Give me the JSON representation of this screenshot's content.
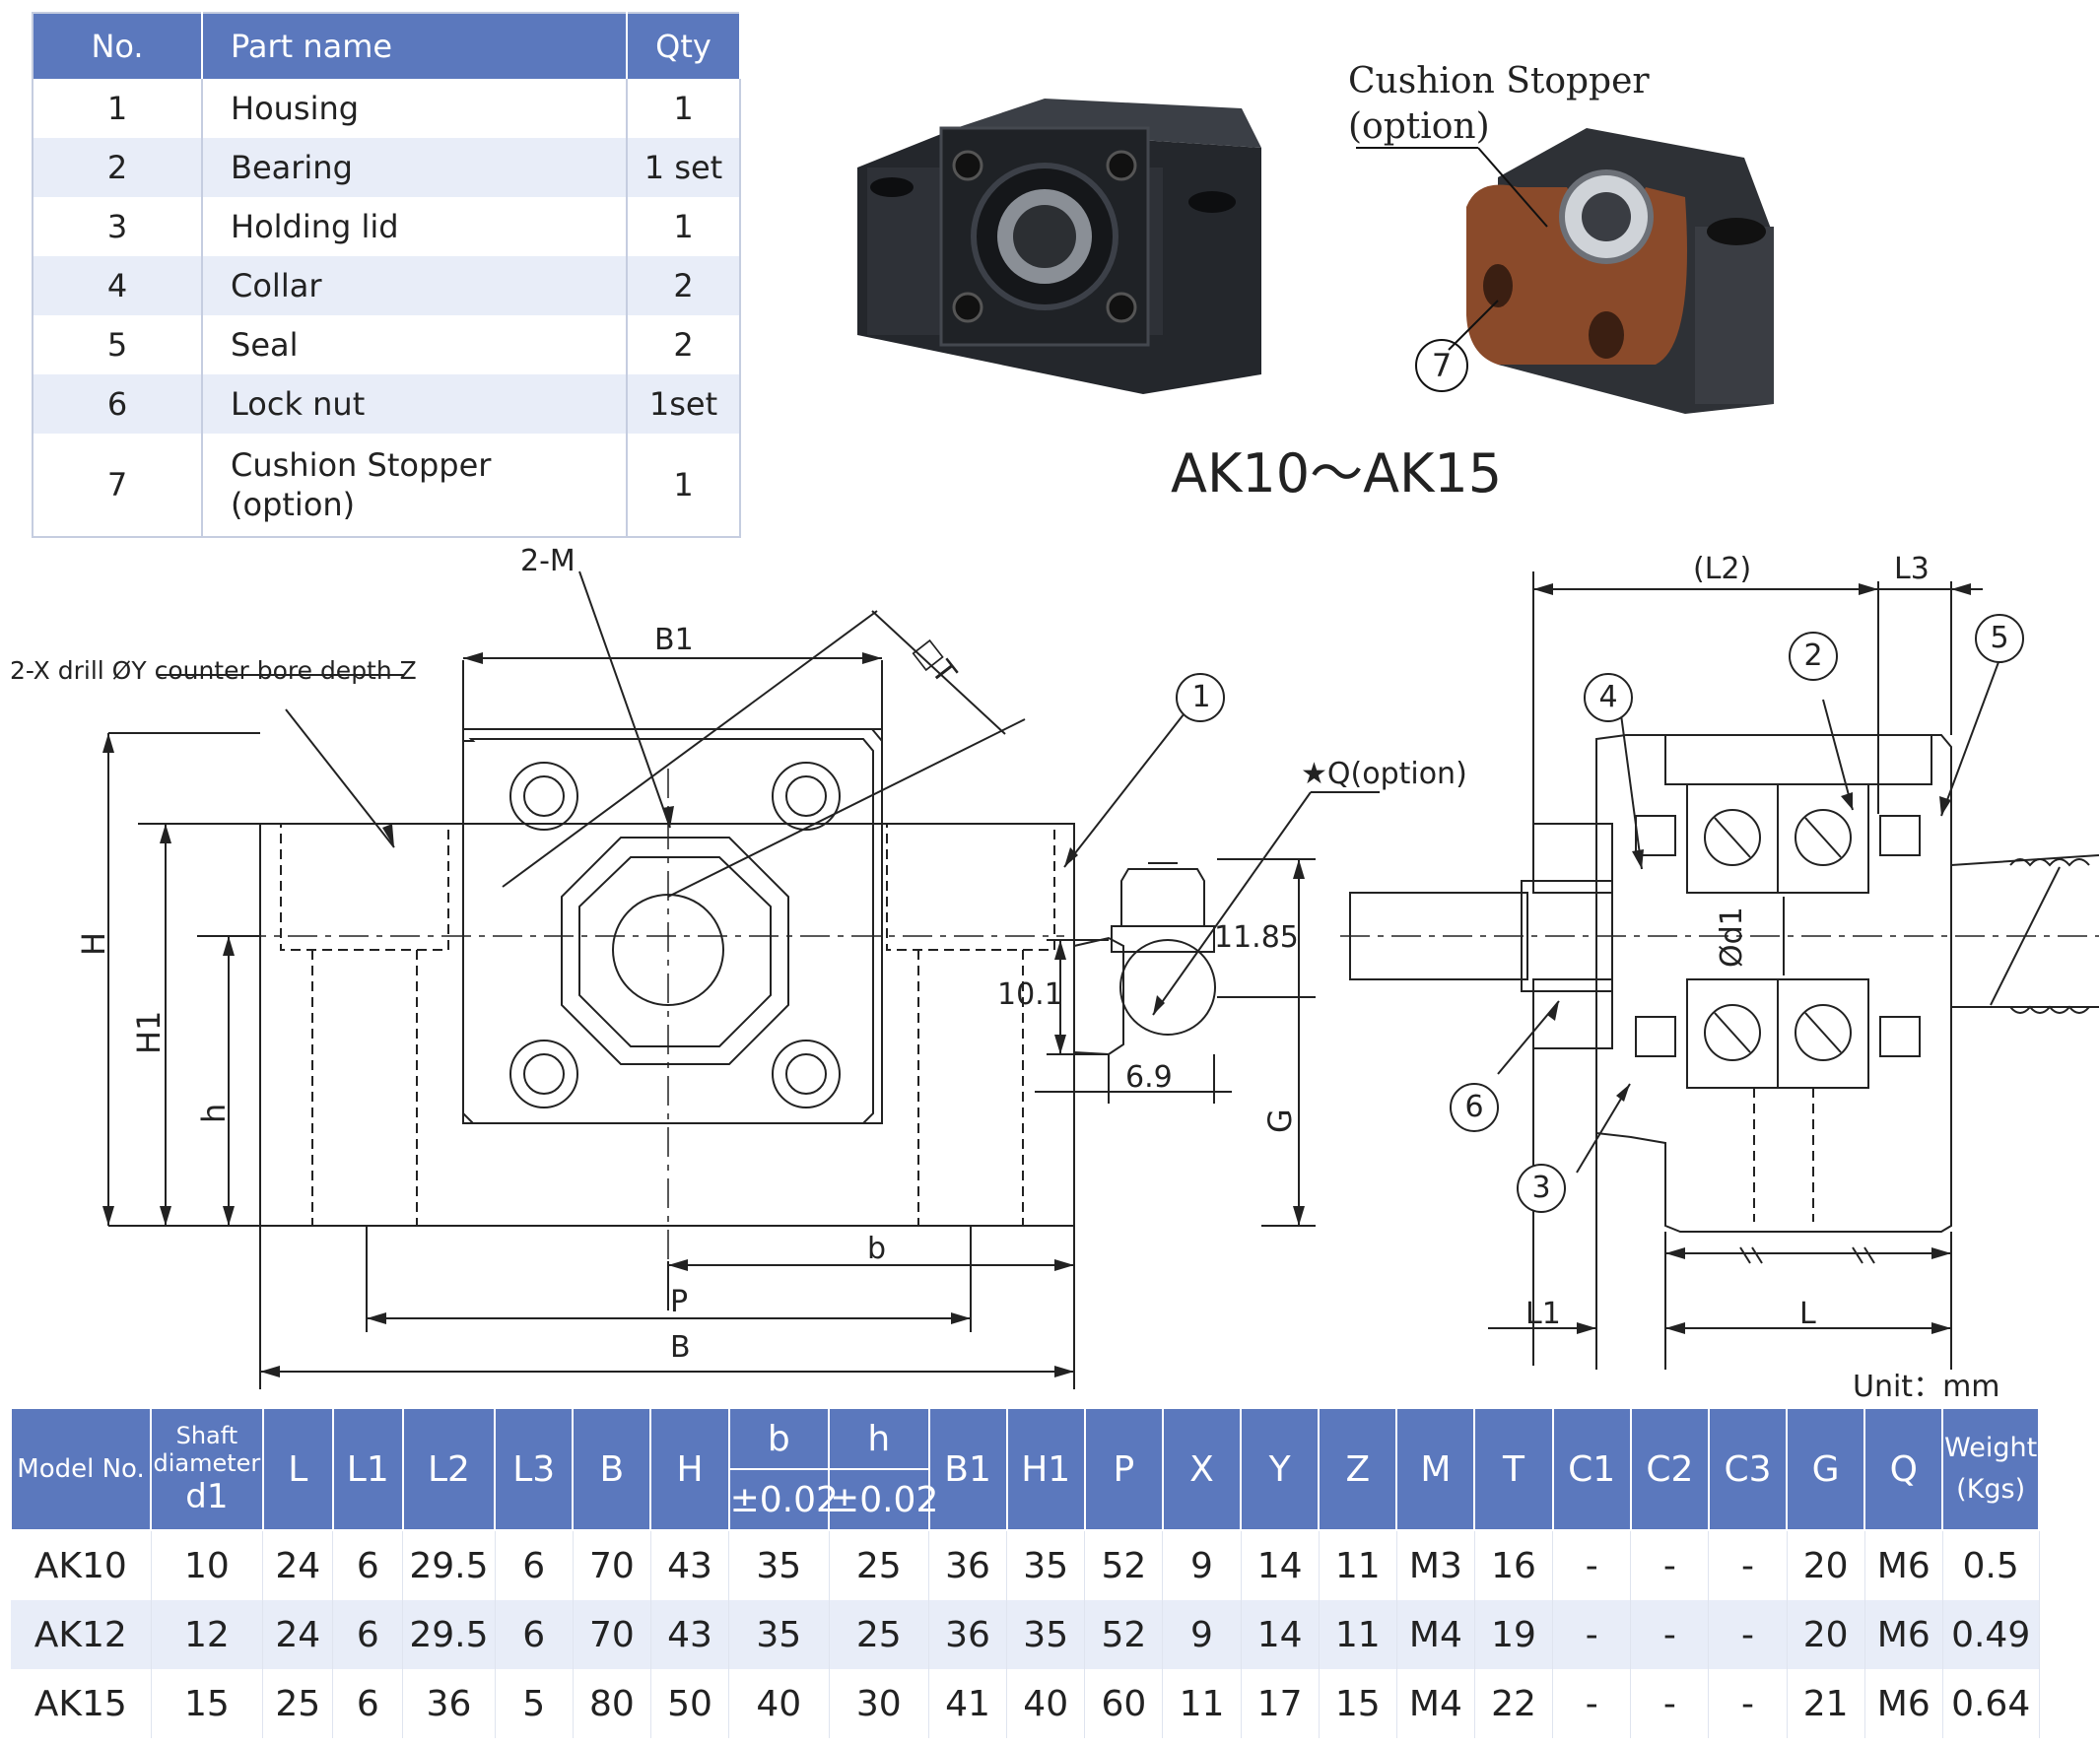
{
  "parts_table": {
    "headers": {
      "no": "No.",
      "name": "Part name",
      "qty": "Qty"
    },
    "rows": [
      {
        "no": "1",
        "name": "Housing",
        "qty": "1"
      },
      {
        "no": "2",
        "name": "Bearing",
        "qty": "1 set"
      },
      {
        "no": "3",
        "name": "Holding lid",
        "qty": "1"
      },
      {
        "no": "4",
        "name": "Collar",
        "qty": "2"
      },
      {
        "no": "5",
        "name": "Seal",
        "qty": "2"
      },
      {
        "no": "6",
        "name": "Lock nut",
        "qty": "1set"
      },
      {
        "no": "7",
        "name_line1": "Cushion Stopper",
        "name_line2": "(option)",
        "qty": "1"
      }
    ]
  },
  "photos": {
    "cushion_label_line1": "Cushion Stopper",
    "cushion_label_line2": "(option)",
    "callout_7": "7",
    "series_title": "AK10～AK15"
  },
  "front_view": {
    "label_2m": "2-M",
    "label_drill": "2-X drill ØY counter bore depth Z",
    "label_b1": "B1",
    "label_t": "□T",
    "callout_1": "1",
    "label_q": "★Q(option)",
    "dim_1185": "11.85",
    "dim_101": "10.1",
    "dim_69": "6.9",
    "label_h_upper": "H",
    "label_h1": "H1",
    "label_h_lower": "h",
    "label_g": "G",
    "label_b_lower": "b",
    "label_p": "P",
    "label_b_upper": "B"
  },
  "side_view": {
    "label_l2": "(L2)",
    "label_l3": "L3",
    "label_d1": "Ød1",
    "label_l1": "L1",
    "label_l": "L",
    "callout_2": "2",
    "callout_3": "3",
    "callout_4": "4",
    "callout_5": "5",
    "callout_6": "6"
  },
  "unit_label": "Unit：mm",
  "spec_table": {
    "headers": {
      "model": "Model No.",
      "shaft_line1": "Shaft",
      "shaft_line2": "diameter",
      "shaft_line3": "d1",
      "L": "L",
      "L1": "L1",
      "L2": "L2",
      "L3": "L3",
      "B": "B",
      "H": "H",
      "b": "b",
      "b_tol": "±0.02",
      "h": "h",
      "h_tol": "±0.02",
      "B1": "B1",
      "H1": "H1",
      "P": "P",
      "X": "X",
      "Y": "Y",
      "Z": "Z",
      "M": "M",
      "T": "T",
      "C1": "C1",
      "C2": "C2",
      "C3": "C3",
      "G": "G",
      "Q": "Q",
      "weight_line1": "Weight",
      "weight_line2": "(Kgs)"
    },
    "rows": [
      [
        "AK10",
        "10",
        "24",
        "6",
        "29.5",
        "6",
        "70",
        "43",
        "35",
        "25",
        "36",
        "35",
        "52",
        "9",
        "14",
        "11",
        "M3",
        "16",
        "-",
        "-",
        "-",
        "20",
        "M6",
        "0.5"
      ],
      [
        "AK12",
        "12",
        "24",
        "6",
        "29.5",
        "6",
        "70",
        "43",
        "35",
        "25",
        "36",
        "35",
        "52",
        "9",
        "14",
        "11",
        "M4",
        "19",
        "-",
        "-",
        "-",
        "20",
        "M6",
        "0.49"
      ],
      [
        "AK15",
        "15",
        "25",
        "6",
        "36",
        "5",
        "80",
        "50",
        "40",
        "30",
        "41",
        "40",
        "60",
        "11",
        "17",
        "15",
        "M4",
        "22",
        "-",
        "-",
        "-",
        "21",
        "M6",
        "0.64"
      ]
    ]
  },
  "colors": {
    "header_blue": "#5b78bd",
    "row_alt": "#e8edf8",
    "housing_black": "#2a2d33",
    "stopper_brown": "#8a4a2a"
  }
}
